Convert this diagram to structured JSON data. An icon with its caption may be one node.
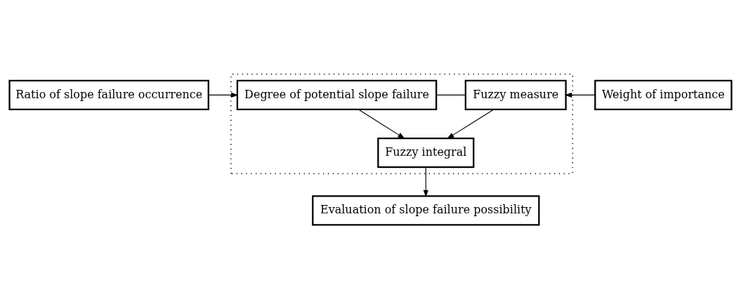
{
  "diagram": {
    "nodes": [
      {
        "text": [
          "Ratio of slope failure occurrence"
        ]
      },
      {
        "text": [],
        "shape": "box"
      },
      {
        "text": [
          "Degree of potential slope failure"
        ],
        "in": 1
      },
      {
        "text": [
          "Fuzzy measure"
        ],
        "in": 1
      },
      {
        "text": [
          "Weight of importance"
        ]
      },
      {
        "text": [
          "Fuzzy integral"
        ],
        "in": 1
      },
      {
        "text": [
          "Evaluation of slope failure possibility"
        ]
      }
    ],
    "edges": [
      {
        "from": 0,
        "to": 2,
        "arrow": "to"
      },
      {
        "from": 4,
        "to": 3,
        "arrow": "to"
      },
      {
        "from": 2,
        "to": 3,
        "arrow": "none"
      },
      {
        "from": 2,
        "to": 5,
        "arrow": "to"
      },
      {
        "from": 3,
        "to": 5,
        "arrow": "to"
      },
      {
        "from": 5,
        "to": 6,
        "arrow": "to"
      }
    ]
  }
}
